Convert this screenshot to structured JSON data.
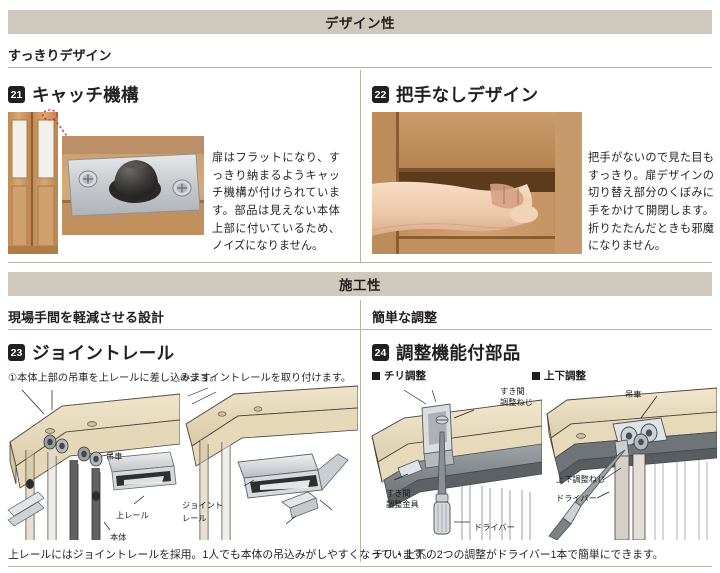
{
  "sections": [
    {
      "id": "design",
      "band_title": "デザイン性",
      "subheads": [
        {
          "text": "すっきりデザイン"
        }
      ],
      "features": [
        {
          "num": "21",
          "title": "キャッチ機構",
          "body": "扉はフラットになり、すっきり納まるようキャッチ機構が付けられています。部品は見えない本体上部に付いているため、ノイズになりません。",
          "image_alt": "catch-mechanism-photo"
        },
        {
          "num": "22",
          "title": "把手なしデザイン",
          "body": "把手がないので見た目もすっきり。扉デザインの切り替え部分のくぼみに手をかけて開閉します。折りたたんだときも邪魔になりません。",
          "image_alt": "handleless-door-photo"
        }
      ]
    },
    {
      "id": "workability",
      "band_title": "施工性",
      "subheads": [
        {
          "text": "現場手間を軽減させる設計"
        },
        {
          "text": "簡単な調整"
        }
      ],
      "features": [
        {
          "num": "23",
          "title": "ジョイントレール",
          "steps": [
            "①本体上部の吊車を上レールに差し込みます。",
            "②ジョイントレールを取り付けます。"
          ],
          "diagram_labels_left": [
            "吊車",
            "上レール",
            "本体"
          ],
          "diagram_labels_right": [
            "ジョイント",
            "レール"
          ],
          "caption": "上レールにはジョイントレールを採用。1人でも本体の吊込みがしやすくなっています。"
        },
        {
          "num": "24",
          "title": "調整機能付部品",
          "sub_labels": [
            "チリ調整",
            "上下調整"
          ],
          "diagram_labels_left": [
            "すき間",
            "調整ねじ",
            "すき間",
            "調整金具",
            "ドライバー"
          ],
          "diagram_labels_right": [
            "吊車",
            "上下調整ねじ",
            "ドライバー"
          ],
          "caption": "チリ・上下の2つの調整がドライバー1本で簡単にできます。"
        }
      ]
    }
  ],
  "colors": {
    "band_bg": "#cfc8bc",
    "text": "#231f20",
    "rule": "#b9b2a6",
    "wood_light": "#d8b48a",
    "wood_mid": "#c99c6a",
    "metal": "#b9bcc0",
    "diagram_beige": "#e8dcc2"
  }
}
